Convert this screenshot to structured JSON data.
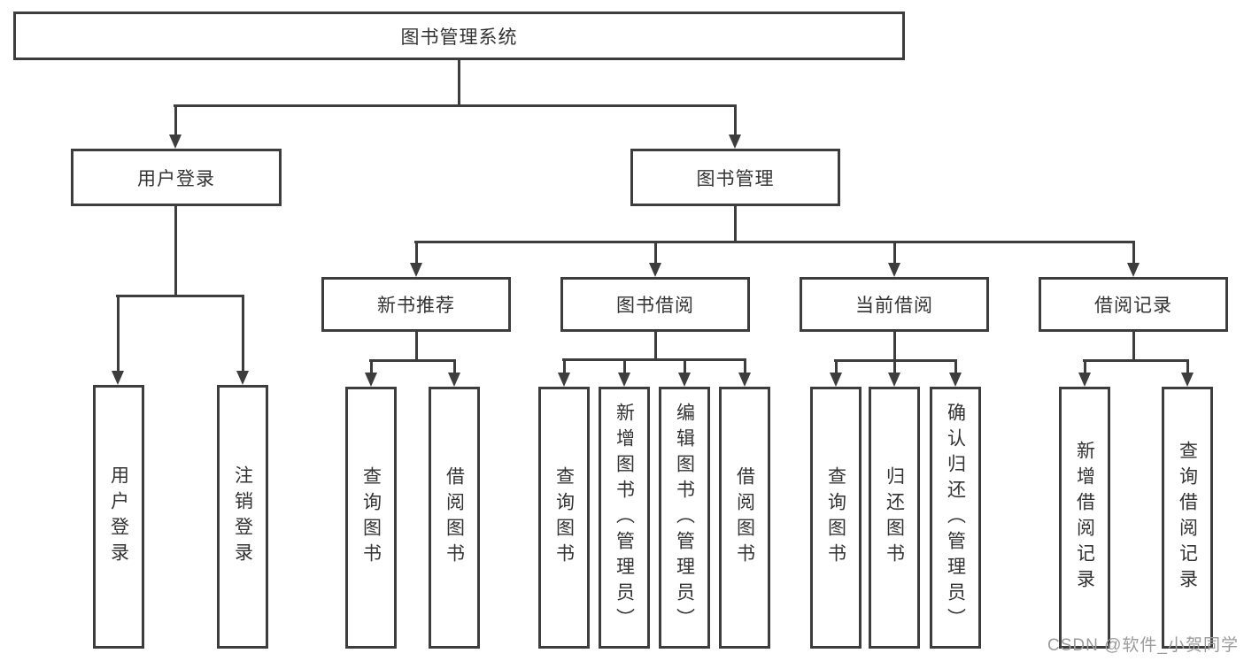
{
  "tree": {
    "label": "图书管理系统",
    "children": [
      {
        "label": "用户登录",
        "children": [
          {
            "label": "用户登录"
          },
          {
            "label": "注销登录"
          }
        ]
      },
      {
        "label": "图书管理",
        "children": [
          {
            "label": "新书推荐",
            "children": [
              {
                "label": "查询图书"
              },
              {
                "label": "借阅图书"
              }
            ]
          },
          {
            "label": "图书借阅",
            "children": [
              {
                "label": "查询图书"
              },
              {
                "label": "新增图书（管理员）"
              },
              {
                "label": "编辑图书（管理员）"
              },
              {
                "label": "借阅图书"
              }
            ]
          },
          {
            "label": "当前借阅",
            "children": [
              {
                "label": "查询图书"
              },
              {
                "label": "归还图书"
              },
              {
                "label": "确认归还（管理员）"
              }
            ]
          },
          {
            "label": "借阅记录",
            "children": [
              {
                "label": "新增借阅记录"
              },
              {
                "label": "查询借阅记录"
              }
            ]
          }
        ]
      }
    ]
  },
  "watermark": {
    "text": "CSDN @软件_小贺同学"
  },
  "style": {
    "line_color": "#3d3d3d",
    "text_color": "#333333",
    "watermark_color": "#9b9b9b",
    "background_color": "#ffffff"
  }
}
